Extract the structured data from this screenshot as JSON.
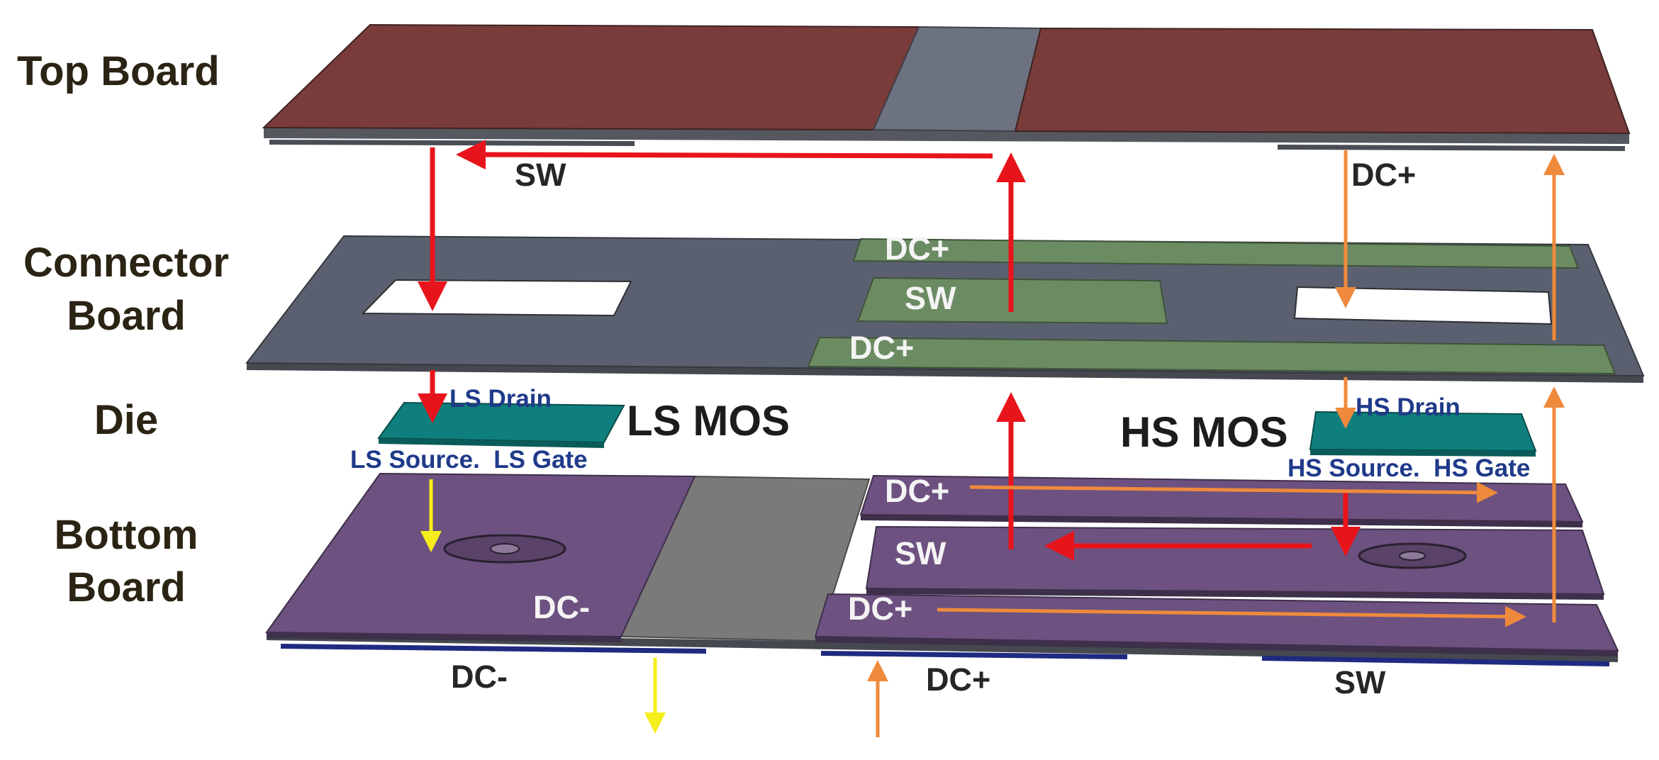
{
  "layers": {
    "top": "Top Board",
    "connector_line1": "Connector",
    "connector_line2": "Board",
    "die": "Die",
    "bottom_line1": "Bottom",
    "bottom_line2": "Board"
  },
  "devices": {
    "ls": "LS MOS",
    "hs": "HS MOS"
  },
  "pins": {
    "ls_drain": "LS Drain",
    "ls_source_gate": "LS Source.  LS Gate",
    "hs_drain": "HS Drain",
    "hs_source_gate": "HS Source.  HS Gate"
  },
  "nets": {
    "top_sw": "SW",
    "top_dcplus": "DC+",
    "conn_dcplus_upper": "DC+",
    "conn_sw": "SW",
    "conn_dcplus_lower": "DC+",
    "bot_dcplus_upper": "DC+",
    "bot_sw": "SW",
    "bot_dcplus_lower": "DC+",
    "bot_dcminus_pad": "DC-",
    "under_dcminus": "DC-",
    "under_dcplus": "DC+",
    "under_sw": "SW"
  },
  "colors": {
    "top_board": "#7a3b3b",
    "connector_board": "#5b6070",
    "conductor_green": "#6b8b62",
    "die_teal": "#0e7f7c",
    "bottom_board": "#6d5180",
    "gap_gray": "#7a7a7a",
    "arrow_red": "#e8141b",
    "arrow_orange": "#ef8a3c",
    "arrow_yellow": "#f5ee1a"
  }
}
